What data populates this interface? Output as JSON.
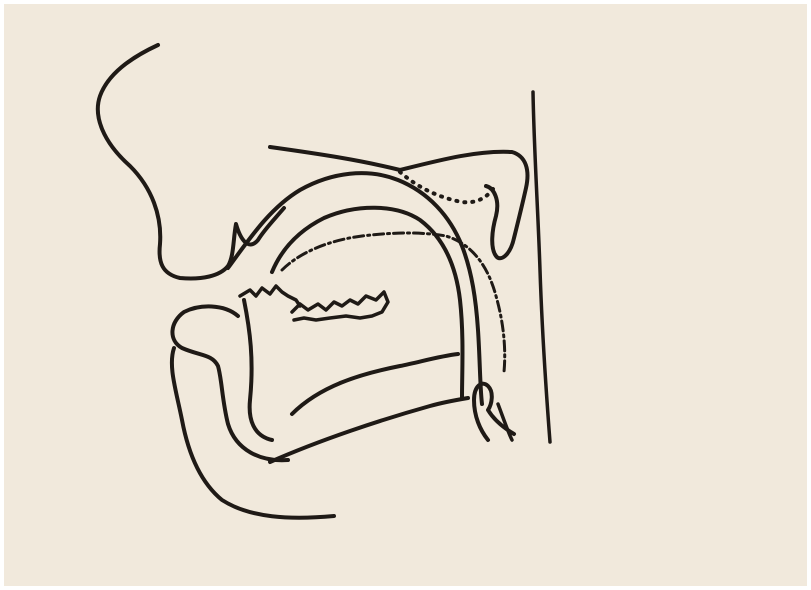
{
  "figure": {
    "subject": "sagittal-section-vocal-tract",
    "colors": {
      "paper": "#f1e9dc",
      "ink": "#1f1a16",
      "border": "#ffffff"
    },
    "line_styles": {
      "outline": "solid",
      "soft_palate_raised": "dotted",
      "tongue_alternate_position": "dash-dot"
    }
  }
}
